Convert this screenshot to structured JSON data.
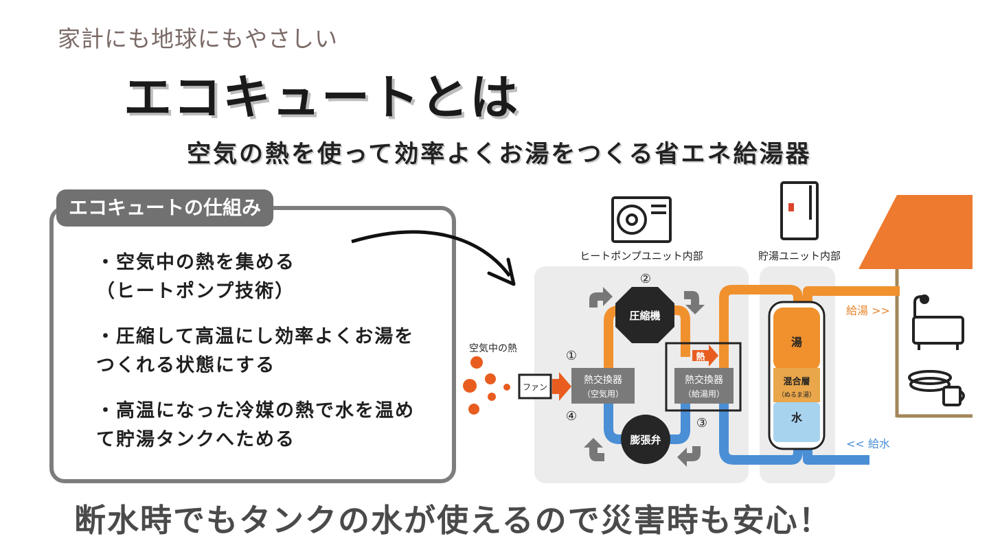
{
  "header": {
    "tagline": "家計にも地球にもやさしい",
    "title": "エコキュートとは",
    "subtitle": "空気の熱を使って効率よくお湯をつくる省エネ給湯器"
  },
  "panel": {
    "tab_label": "エコキュートの仕組み",
    "points": [
      "・空気中の熱を集める\n（ヒートポンプ技術）",
      "・圧縮して高温にし効率よくお湯を\nつくれる状態にする",
      "・高温になった冷媒の熱で水を温め\nて貯湯タンクへためる"
    ]
  },
  "diagram": {
    "heat_pump_label": "ヒートポンプユニット内部",
    "tank_label": "貯湯ユニット内部",
    "air_heat_label": "空気中の熱",
    "fan_label": "ファン",
    "compressor_label": "圧縮機",
    "expansion_valve_label": "膨張弁",
    "hx_air_line1": "熱交換器",
    "hx_air_line2": "（空気用）",
    "hx_water_line1": "熱交換器",
    "hx_water_line2": "（給湯用）",
    "heat_label": "熱",
    "step1": "①",
    "step2": "②",
    "step3": "③",
    "step4": "④",
    "tank_hot": "湯",
    "tank_mix_line1": "混合層",
    "tank_mix_line2": "（ぬるま湯）",
    "tank_water": "水",
    "hot_water_supply": "給湯 >>",
    "water_supply": "<< 給水",
    "colors": {
      "hot": "#f0912e",
      "cold": "#4a8fd6",
      "accent": "#e85d1f",
      "roof": "#ee7a2f"
    }
  },
  "footer": {
    "text": "断水時でもタンクの水が使えるので災害時も安心！"
  }
}
